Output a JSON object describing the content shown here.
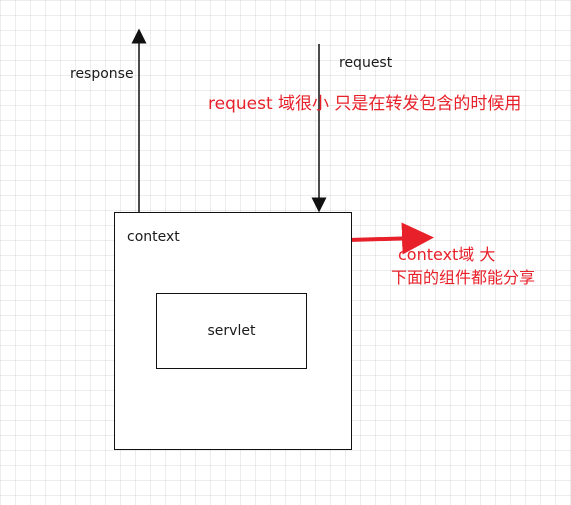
{
  "diagram": {
    "labels": {
      "response": "response",
      "request": "request",
      "context": "context",
      "servlet": "servlet"
    },
    "annotations": {
      "request_note": "request 域很小 只是在转发包含的时候用",
      "context_note_line1": "context域 大",
      "context_note_line2": "下面的组件都能分享"
    },
    "colors": {
      "annotation": "#e8202a",
      "arrow": "#111111",
      "highlight_arrow": "#e8202a",
      "grid": "#e6e6e6"
    }
  }
}
